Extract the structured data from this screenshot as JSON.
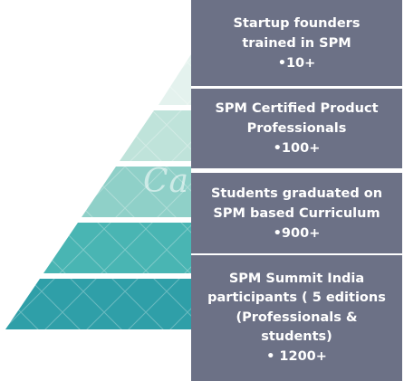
{
  "watermark": "Ca",
  "colors": {
    "panel": "#6c7186",
    "tier_light": "#cfe8e2",
    "tier_mid": "#8fd0c8",
    "tier_teal": "#49b5b3",
    "tier_dark": "#2f9fa8"
  },
  "levels": [
    {
      "lines": [
        "Startup founders",
        "trained in SPM"
      ],
      "value": "•10+"
    },
    {
      "lines": [
        "SPM Certified Product",
        "Professionals"
      ],
      "value": "•100+"
    },
    {
      "lines": [
        "Students graduated on",
        "SPM based Curriculum"
      ],
      "value": "•900+"
    },
    {
      "lines": [
        "SPM Summit India",
        "participants ( 5 editions",
        "(Professionals &",
        "students)"
      ],
      "value": "• 1200+"
    }
  ]
}
